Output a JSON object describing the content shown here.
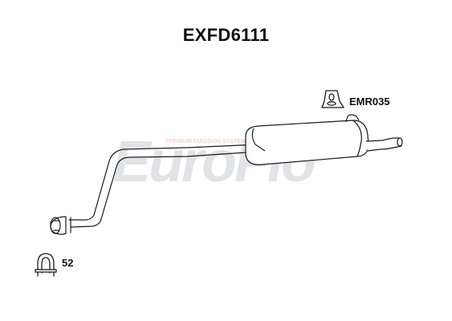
{
  "diagram": {
    "part_number": "EXFD6111",
    "watermark_brand": "EuroFlo",
    "watermark_tagline": "PREMIUM EMISSION SYSTEMS",
    "components": [
      {
        "name": "rear silencer with tailpipe and intermediate pipe",
        "label": ""
      },
      {
        "name": "rubber mounting",
        "label": "EMR035"
      },
      {
        "name": "U-bolt clamp",
        "label": "52"
      }
    ],
    "colors": {
      "outline": "#1a1a1a",
      "watermark": "#c9ccd1",
      "watermark_accent": "#f2c2ba"
    }
  }
}
